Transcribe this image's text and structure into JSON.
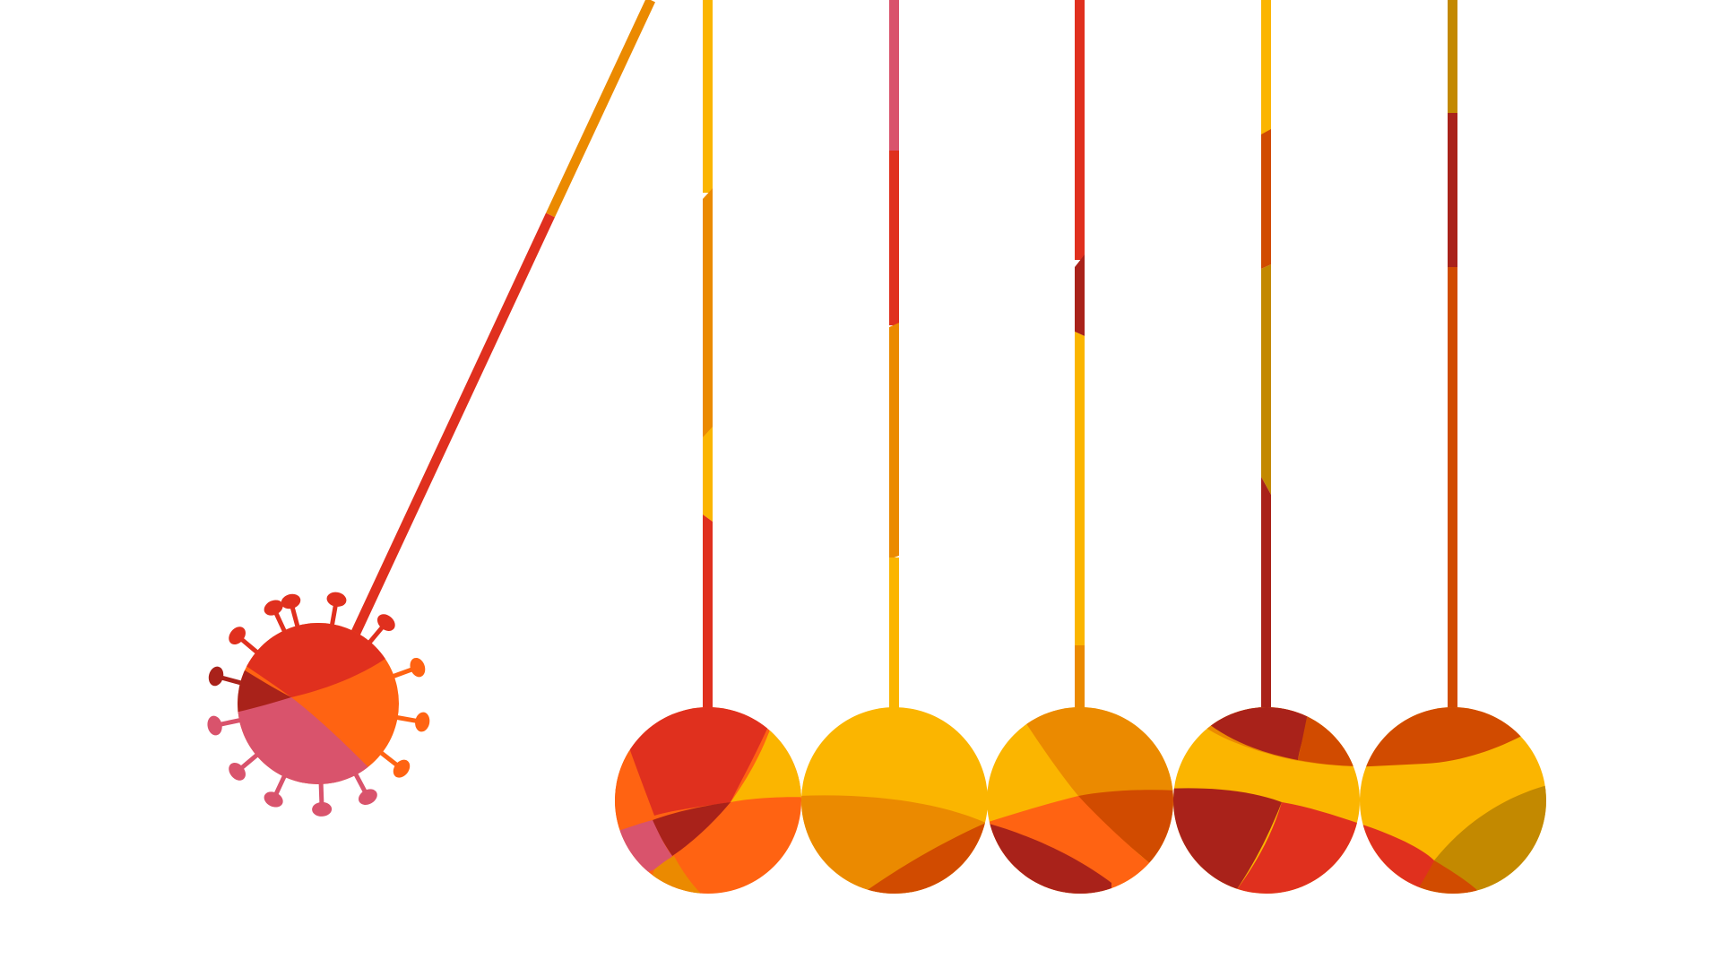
{
  "scene": {
    "background": "#ffffff",
    "subject": "newtons-cradle",
    "ball_count": 5,
    "swinging_object": "coronavirus"
  },
  "palette": {
    "yellow": "#FBB500",
    "amber": "#EB8A00",
    "orange": "#FF6312",
    "red": "#E0301E",
    "dark_red": "#A9221A",
    "rust": "#D14B00",
    "pink": "#D9536C",
    "olive": "#C38900"
  },
  "icons": {
    "swinging_ball": "virus-icon",
    "resting_balls": "pendulum-ball-icon"
  }
}
